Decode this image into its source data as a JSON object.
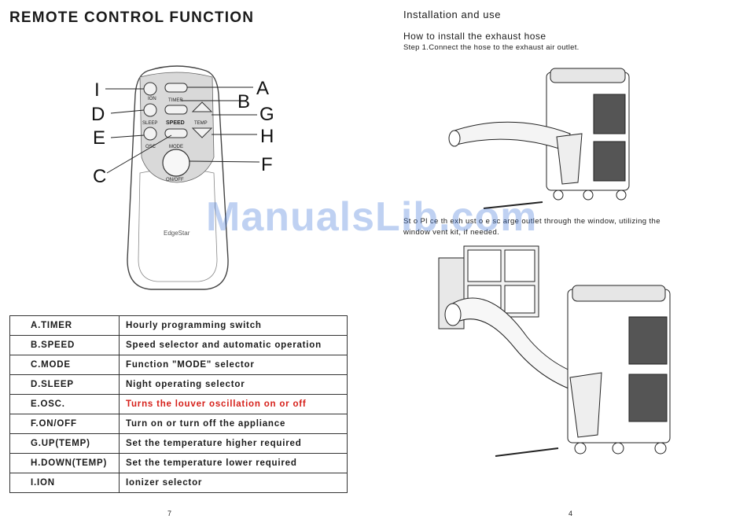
{
  "left_page": {
    "title": "REMOTE CONTROL FUNCTION",
    "page_number": "7",
    "callouts": [
      "A",
      "B",
      "C",
      "D",
      "E",
      "F",
      "G",
      "H",
      "I"
    ],
    "remote": {
      "brand": "EdgeStar",
      "buttons": {
        "ion": "ION",
        "timer": "TIMER",
        "sleep": "SLEEP",
        "speed": "SPEED",
        "temp": "TEMP",
        "osc": "OSC",
        "mode": "MODE",
        "on_off": "ON/OFF"
      }
    },
    "functions": [
      {
        "key": "A.TIMER",
        "desc": "Hourly programming switch",
        "highlight": false
      },
      {
        "key": "B.SPEED",
        "desc": "Speed selector and automatic operation",
        "highlight": false
      },
      {
        "key": "C.MODE",
        "desc": "Function \"MODE\" selector",
        "highlight": false
      },
      {
        "key": "D.SLEEP",
        "desc": "Night operating selector",
        "highlight": false
      },
      {
        "key": "E.OSC.",
        "desc": "Turns the louver oscillation on or off",
        "highlight": true
      },
      {
        "key": "F.ON/OFF",
        "desc": "Turn on or turn off the appliance",
        "highlight": false
      },
      {
        "key": "G.UP(TEMP)",
        "desc": "Set the temperature higher required",
        "highlight": false
      },
      {
        "key": "H.DOWN(TEMP)",
        "desc": "Set the temperature lower required",
        "highlight": false
      },
      {
        "key": "I.ION",
        "desc": "Ionizer selector",
        "highlight": false
      }
    ],
    "highlight_color": "#d6201a"
  },
  "right_page": {
    "heading": "Installation and use",
    "subheading": "How to install the exhaust hose",
    "step1": "Step 1.Connect the hose to the exhaust air outlet.",
    "step2_line1": "St    o  Pl  ce th  exh  ust  o  e   sc  arge outlet through the window, utilizing the",
    "step2_line2": "window vent kit, if needed.",
    "page_number": "4"
  },
  "watermark": "ManualsLib.com"
}
